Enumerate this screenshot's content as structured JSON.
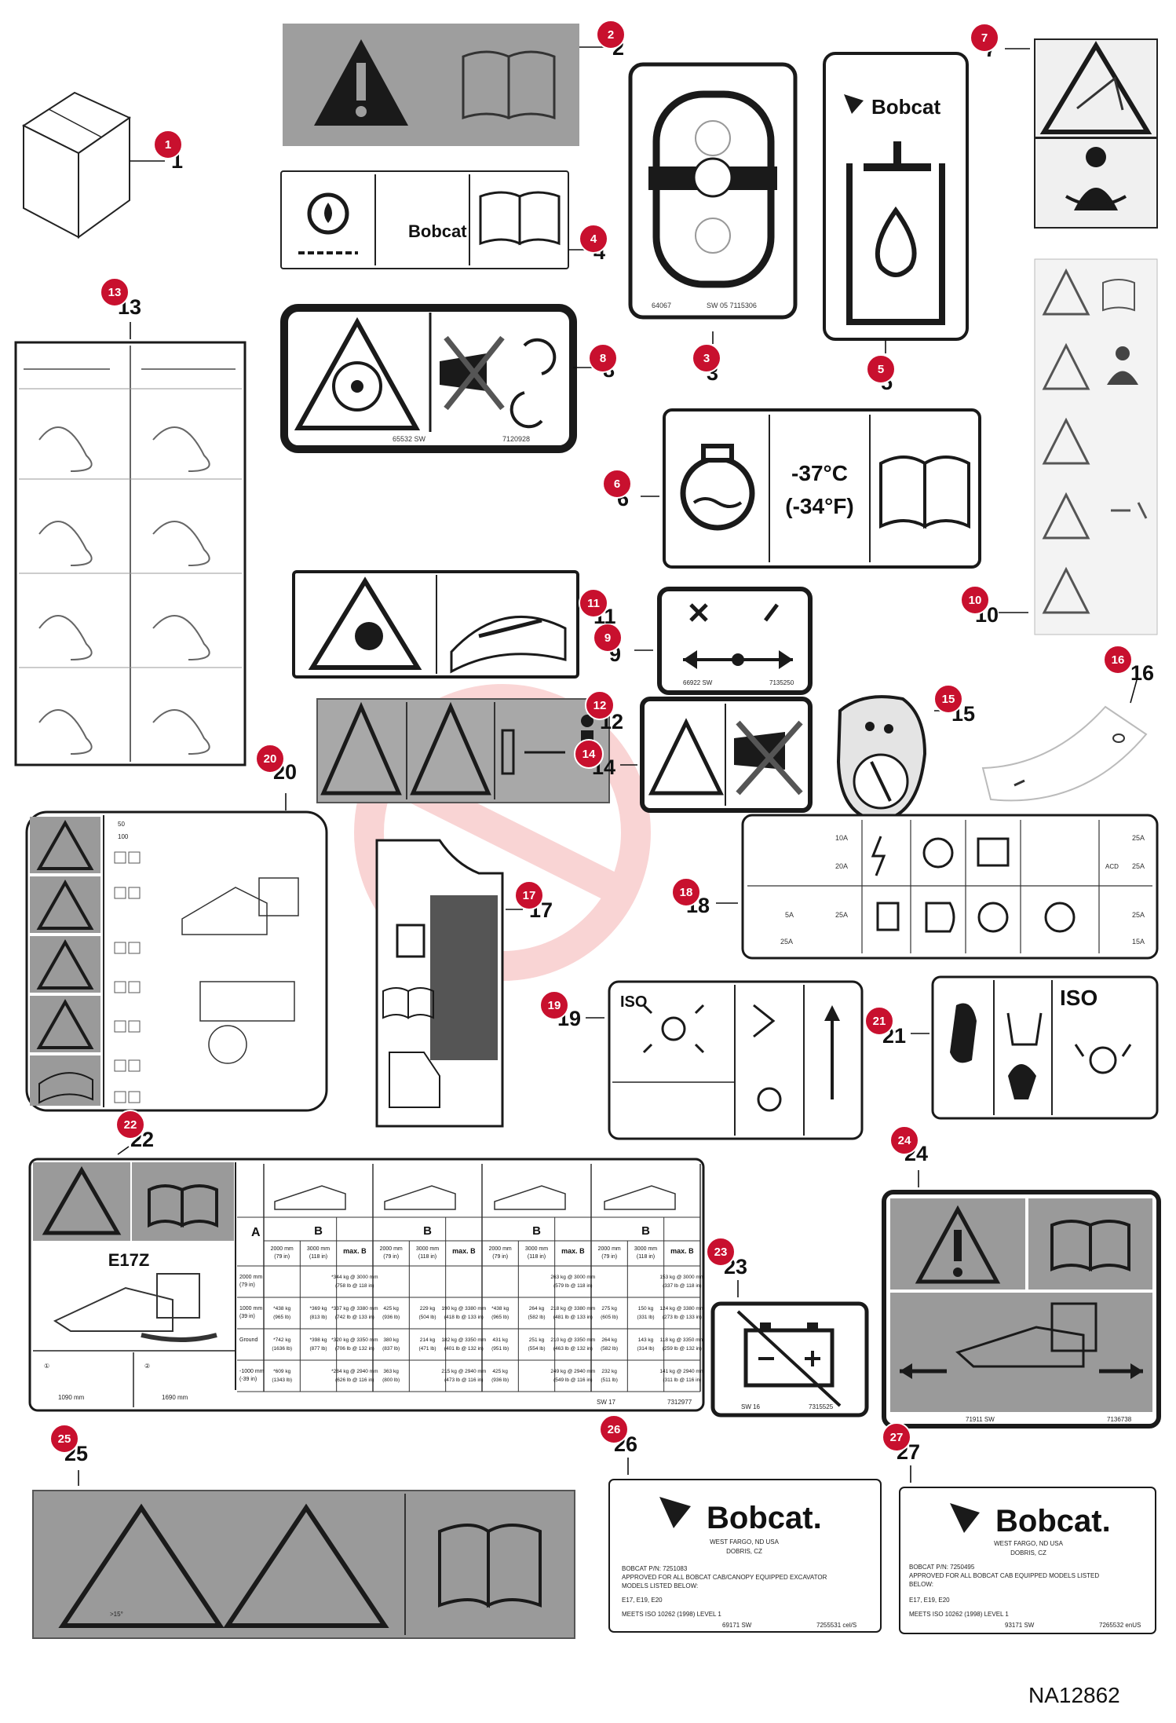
{
  "drawing_code": "NA12862",
  "brand": "Bobcat",
  "accent_color": "#c8102e",
  "items": [
    {
      "id": "1",
      "label": "1",
      "badge": "1"
    },
    {
      "id": "2",
      "label": "2",
      "badge": "2"
    },
    {
      "id": "3",
      "label": "3",
      "badge": "3",
      "code": "64067",
      "ref": "SW 05 7115306"
    },
    {
      "id": "4",
      "label": "4",
      "badge": "4"
    },
    {
      "id": "5",
      "label": "5",
      "badge": "5"
    },
    {
      "id": "6",
      "label": "6",
      "badge": "6",
      "temp_c": "-37°C",
      "temp_f": "(-34°F)"
    },
    {
      "id": "7",
      "label": "7",
      "badge": "7"
    },
    {
      "id": "8",
      "label": "8",
      "badge": "8",
      "code": "65532 SW",
      "ref": "7120928"
    },
    {
      "id": "9",
      "label": "9",
      "badge": "9",
      "code": "66922 SW",
      "ref": "7135250"
    },
    {
      "id": "10",
      "label": "10",
      "badge": "10"
    },
    {
      "id": "11",
      "label": "11",
      "badge": "11"
    },
    {
      "id": "12",
      "label": "12",
      "badge": "12"
    },
    {
      "id": "13",
      "label": "13",
      "badge": "13"
    },
    {
      "id": "14",
      "label": "14",
      "badge": "14"
    },
    {
      "id": "15",
      "label": "15",
      "badge": "15"
    },
    {
      "id": "16",
      "label": "16",
      "badge": "16"
    },
    {
      "id": "17",
      "label": "17",
      "badge": "17"
    },
    {
      "id": "18",
      "label": "18",
      "badge": "18"
    },
    {
      "id": "19",
      "label": "19",
      "badge": "19",
      "iso": "ISO"
    },
    {
      "id": "20",
      "label": "20",
      "badge": "20",
      "legend_a": "50",
      "legend_b": "100"
    },
    {
      "id": "21",
      "label": "21",
      "badge": "21",
      "iso": "ISO"
    },
    {
      "id": "22",
      "label": "22",
      "badge": "22",
      "model": "E17Z",
      "dim_1": "1090 mm",
      "dim_2": "1690 mm",
      "code": "SW 17",
      "ref": "7312977"
    },
    {
      "id": "23",
      "label": "23",
      "badge": "23",
      "code": "SW 16",
      "ref": "7315525"
    },
    {
      "id": "24",
      "label": "24",
      "badge": "24",
      "code": "71911 SW",
      "ref": "7136738"
    },
    {
      "id": "25",
      "label": "25",
      "badge": "25",
      "angle": ">15°"
    },
    {
      "id": "26",
      "label": "26",
      "badge": "26"
    },
    {
      "id": "27",
      "label": "27",
      "badge": "27"
    }
  ],
  "fuse_label": {
    "top_left": [
      "10A",
      "20A"
    ],
    "mid_left": "5A",
    "low_left_a": "25A",
    "low_left_b": "25A",
    "right_col": [
      "25A",
      "25A",
      "25A",
      "15A"
    ],
    "acd": "ACD"
  },
  "load_table": {
    "row_label": "A",
    "col_group": "B",
    "max_label": "max. B",
    "col_2000": "2000 mm",
    "col_2000_in": "(79 in)",
    "col_3000": "3000 mm",
    "col_3000_in": "(118 in)",
    "rows": [
      {
        "name": "2000 mm",
        "sub": "(79 in)",
        "cells": [
          "",
          "",
          "*344 kg @ 3000 mm (758 lb @ 118 in)",
          "",
          "",
          "",
          "",
          "",
          "263 kg @ 3000 mm (579 lb @ 118 in)",
          "",
          "",
          "153 kg @ 3000 mm (337 lb @ 118 in)"
        ]
      },
      {
        "name": "1000 mm",
        "sub": "(39 in)",
        "cells": [
          "*438 kg (965 lb)",
          "*369 kg (813 lb)",
          "*337 kg @ 3380 mm (742 lb @ 133 in)",
          "425 kg (936 lb)",
          "229 kg (504 lb)",
          "190 kg @ 3380 mm (418 lb @ 133 in)",
          "*438 kg (965 lb)",
          "264 kg (582 lb)",
          "218 kg @ 3380 mm (481 lb @ 133 in)",
          "275 kg (605 lb)",
          "150 kg (331 lb)",
          "124 kg @ 3380 mm (273 lb @ 133 in)"
        ]
      },
      {
        "name": "Ground",
        "sub": "",
        "cells": [
          "*742 kg (1636 lb)",
          "*398 kg (877 lb)",
          "*320 kg @ 3350 mm (706 lb @ 132 in)",
          "380 kg (837 lb)",
          "214 kg (471 lb)",
          "182 kg @ 3350 mm (401 lb @ 132 in)",
          "431 kg (951 lb)",
          "251 kg (554 lb)",
          "210 kg @ 3350 mm (463 lb @ 132 in)",
          "264 kg (582 lb)",
          "143 kg (314 lb)",
          "118 kg @ 3350 mm (259 lb @ 132 in)"
        ]
      },
      {
        "name": "-1000 mm",
        "sub": "(-39 in)",
        "cells": [
          "*609 kg (1343 lb)",
          "",
          "*284 kg @ 2940 mm (626 lb @ 116 in)",
          "363 kg (800 lb)",
          "",
          "215 kg @ 2940 mm (473 lb @ 116 in)",
          "425 kg (936 lb)",
          "",
          "249 kg @ 2940 mm (549 lb @ 116 in)",
          "232 kg (511 lb)",
          "",
          "141 kg @ 2940 mm (311 lb @ 116 in)"
        ]
      }
    ]
  },
  "plates": [
    {
      "id": "26",
      "brand": "Bobcat.",
      "address_1": "WEST FARGO, ND USA",
      "address_2": "DOBRIS, CZ",
      "part": "BOBCAT P/N: 7251083",
      "approval_1": "APPROVED FOR ALL BOBCAT CAB/CANOPY EQUIPPED EXCAVATOR",
      "approval_2": "MODELS LISTED BELOW:",
      "models": "E17, E19, E20",
      "standard": "MEETS ISO 10262 (1998) LEVEL 1",
      "code": "69171 SW",
      "ref": "7255531 cel/S"
    },
    {
      "id": "27",
      "brand": "Bobcat.",
      "address_1": "WEST FARGO, ND USA",
      "address_2": "DOBRIS, CZ",
      "part": "BOBCAT P/N: 7250495",
      "approval_1": "APPROVED FOR ALL BOBCAT CAB EQUIPPED MODELS LISTED",
      "approval_2": "BELOW:",
      "models": "E17, E19, E20",
      "standard": "MEETS ISO 10262 (1998) LEVEL 1",
      "code": "93171 SW",
      "ref": "7265532 enUS"
    }
  ],
  "decals_4": {
    "brand": "Bobcat"
  },
  "decals_5": {
    "brand": "Bobcat"
  }
}
